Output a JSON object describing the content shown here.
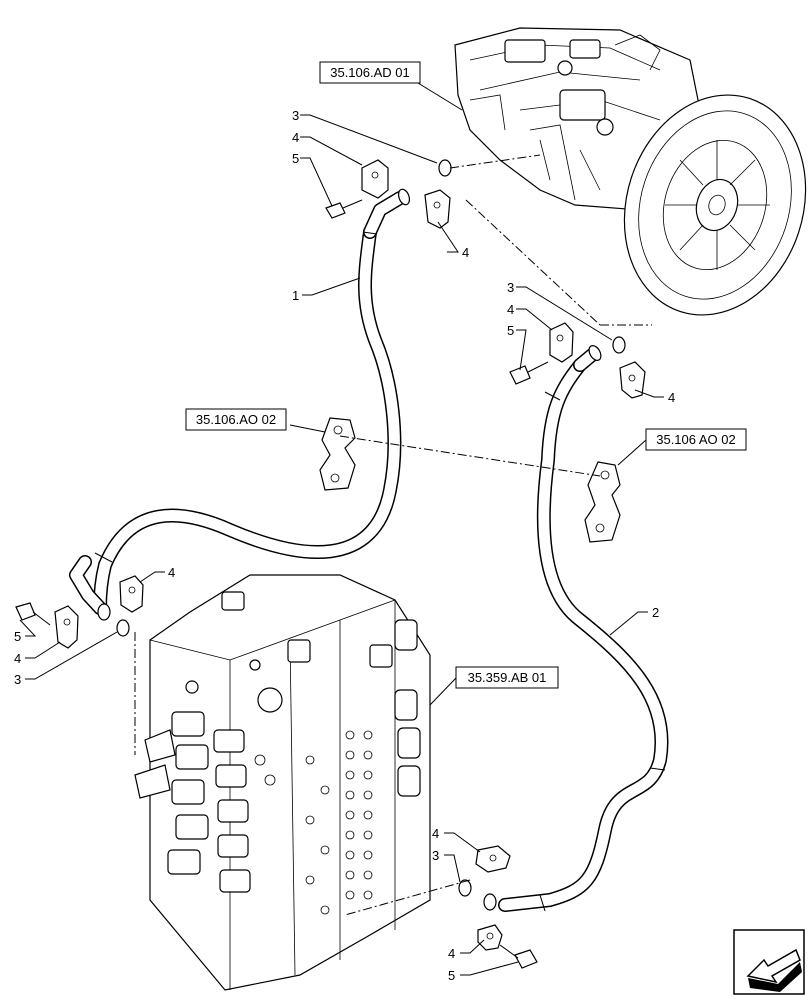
{
  "references": {
    "pump": "35.106.AD 01",
    "bracket_left": "35.106.AO 02",
    "bracket_right": "35.106 AO 02",
    "valve": "35.359.AB 01"
  },
  "callouts": {
    "hose_1": "1",
    "hose_2": "2",
    "o_ring": "3",
    "flange_half": "4",
    "bolt": "5"
  },
  "icons": {
    "nav_arrow": "arrow-icon"
  }
}
